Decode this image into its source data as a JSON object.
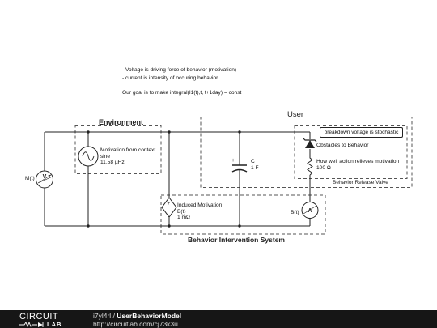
{
  "notes": {
    "line1": "- Voltage is driving force of behavior (motivation)",
    "line2": "- current is intensity of occuring behavior.",
    "goal": "Our goal is to make integral(I1(t),t, t+1day) = const"
  },
  "groups": {
    "user": "User",
    "environment": "Environment",
    "behavior_release_valve": "Behavior Release Valve",
    "behavior_intervention_system": "Behavior Intervention System"
  },
  "components": {
    "voltmeter": {
      "symbol": "V",
      "label": "M(t)"
    },
    "motivation_source": {
      "line1": "Motivation from context",
      "line2": "sine",
      "line3": "11.58 µHz"
    },
    "capacitor": {
      "name": "C",
      "value": "1 F",
      "plus": "+"
    },
    "zener": {
      "label": "Obstacles to Behavior"
    },
    "resistor": {
      "line1": "How well action relieves motivation",
      "line2": "100 Ω"
    },
    "dependent_source": {
      "line1": "Induced Motivation",
      "line2": "B(t)",
      "line3": "1 mΩ"
    },
    "ammeter": {
      "symbol": "A",
      "label": "B(t)"
    }
  },
  "callout": "breakdown voltage is stochastic",
  "footer": {
    "logo_word": "CIRCUIT",
    "logo_sub": "LAB",
    "author": "i7yl4rl",
    "separator": " / ",
    "title": "UserBehaviorModel",
    "url": "http://circuitlab.com/cj73k3u"
  }
}
